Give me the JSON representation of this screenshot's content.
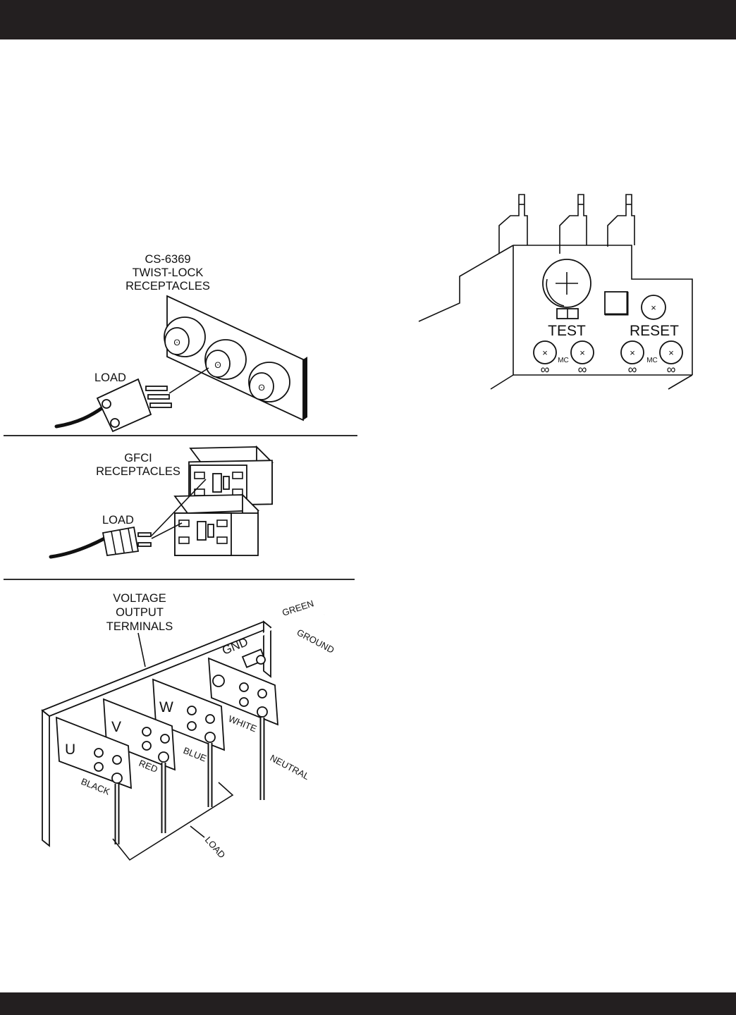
{
  "twistlock": {
    "title": [
      "CS-6369",
      "TWIST-LOCK",
      "RECEPTACLES"
    ],
    "load_label": "LOAD"
  },
  "gfci": {
    "title": [
      "GFCI",
      "RECEPTACLES"
    ],
    "load_label": "LOAD"
  },
  "terminals": {
    "title": [
      "VOLTAGE",
      "OUTPUT",
      "TERMINALS"
    ],
    "gnd": "GND",
    "green": "GREEN",
    "ground": "GROUND",
    "phases": [
      "U",
      "V",
      "W"
    ],
    "wires": {
      "black": "BLACK",
      "red": "RED",
      "blue": "BLUE",
      "white": "WHITE",
      "neutral": "NEUTRAL"
    },
    "load_label": "LOAD"
  },
  "breaker": {
    "test": "TEST",
    "reset": "RESET",
    "mc": "MC",
    "infinity": "∞"
  }
}
